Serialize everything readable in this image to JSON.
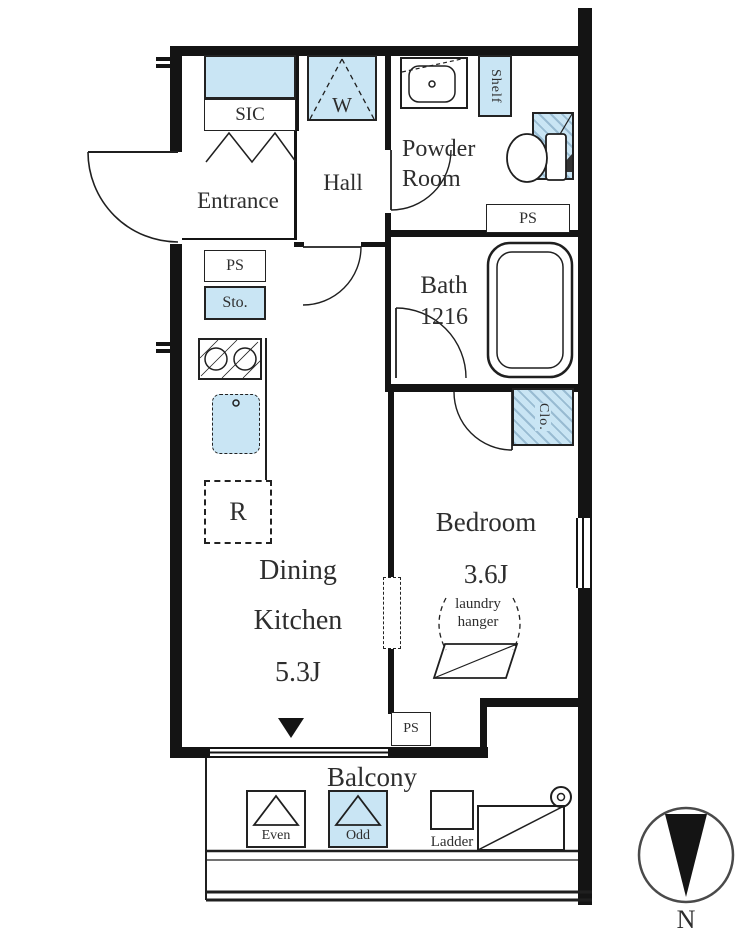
{
  "floorplan": {
    "rooms": {
      "entrance": "Entrance",
      "hall": "Hall",
      "powder_room": [
        "Powder",
        "Room"
      ],
      "bath": [
        "Bath",
        "1216"
      ],
      "dining_kitchen": [
        "Dining",
        "Kitchen",
        "5.3J"
      ],
      "bedroom": [
        "Bedroom",
        "3.6J"
      ],
      "balcony": "Balcony"
    },
    "storage": {
      "sic": "SIC",
      "wardrobe": "W",
      "shelf": "Shelf",
      "sto": "Sto.",
      "clo": "Clo.",
      "fridge": "R"
    },
    "service": {
      "ps_entrance": "PS",
      "ps_powder": "PS",
      "ps_bedroom": "PS",
      "laundry": [
        "laundry",
        "hanger"
      ],
      "hatch_even": "Even",
      "hatch_odd": "Odd",
      "ladder": "Ladder"
    },
    "compass": {
      "north": "N"
    },
    "colors": {
      "fixture_blue": "#c9e5f4",
      "wall": "#141414",
      "text": "#2e2e2e"
    }
  }
}
